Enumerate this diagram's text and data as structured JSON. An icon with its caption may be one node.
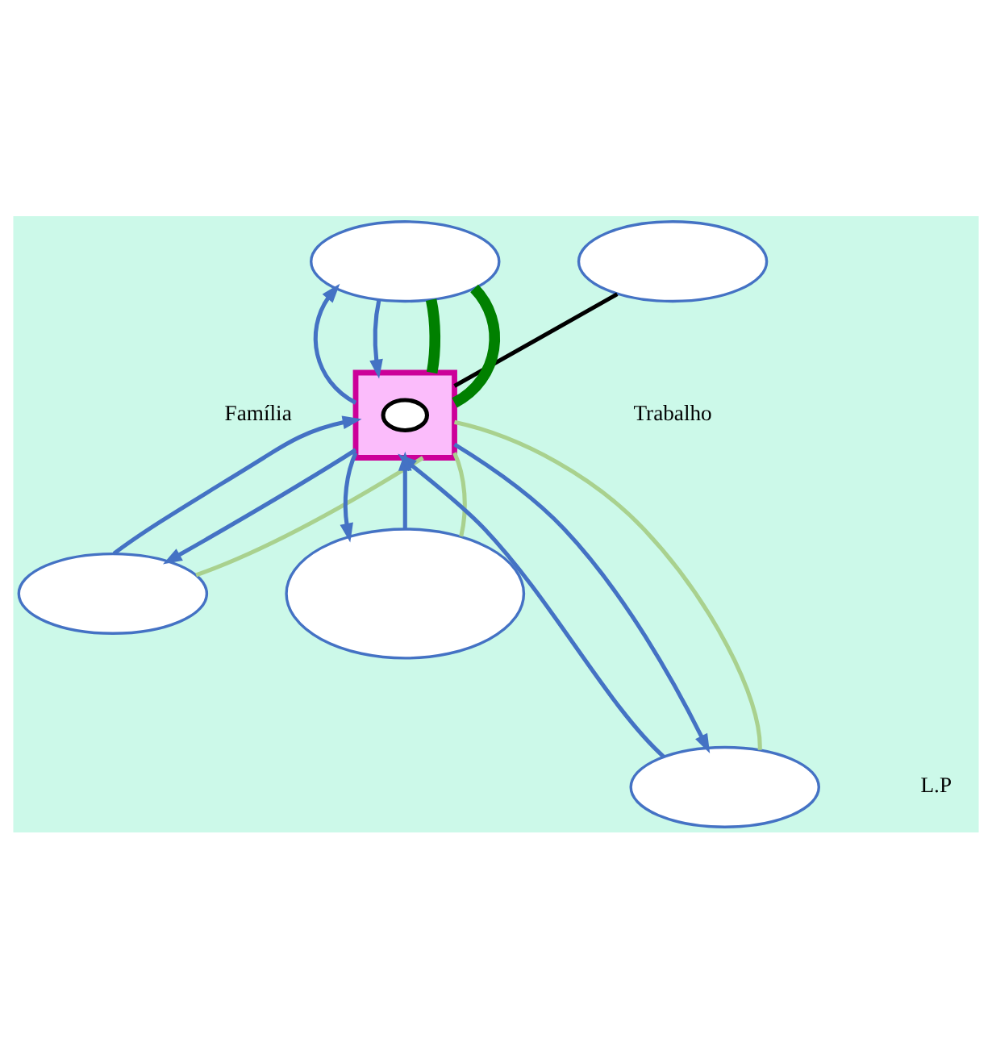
{
  "diagram": {
    "nodes": [
      {
        "text": [],
        "shape": "ellipse"
      },
      {
        "text": [],
        "shape": "ellipse"
      },
      {
        "text": [],
        "shape": "box"
      },
      {
        "text": [],
        "shape": "ellipse",
        "in": 2
      },
      {
        "text": [],
        "shape": "ellipse"
      },
      {
        "text": [],
        "shape": "ellipse"
      },
      {
        "text": [],
        "shape": "ellipse"
      }
    ],
    "edges": [
      {
        "from": 0,
        "to": 2,
        "arrow": "none",
        "color": "#000000"
      },
      {
        "from": 2,
        "to": 1,
        "arrow": "to"
      },
      {
        "from": 1,
        "to": 2,
        "arrow": "to"
      },
      {
        "from": 2,
        "to": 1,
        "arrow": "none",
        "style": "thick",
        "color": "#008000"
      },
      {
        "from": 2,
        "to": 1,
        "arrow": "none",
        "style": "thick",
        "color": "#008000"
      },
      {
        "from": 4,
        "to": 2,
        "arrow": "to"
      },
      {
        "from": 2,
        "to": 4,
        "arrow": "to"
      },
      {
        "from": 2,
        "to": 4,
        "arrow": "none",
        "color": "#a9d18e"
      },
      {
        "from": 6,
        "to": 2,
        "arrow": "to"
      },
      {
        "from": 2,
        "to": 6,
        "arrow": "to"
      },
      {
        "from": 2,
        "to": 6,
        "arrow": "none",
        "color": "#a9d18e"
      },
      {
        "from": 2,
        "to": 5,
        "arrow": "to"
      },
      {
        "from": 5,
        "to": 2,
        "arrow": "to"
      },
      {
        "from": 2,
        "to": 5,
        "arrow": "none",
        "color": "#a9d18e"
      }
    ],
    "labels": [
      "Trabalho",
      "Família",
      "L.P"
    ]
  }
}
